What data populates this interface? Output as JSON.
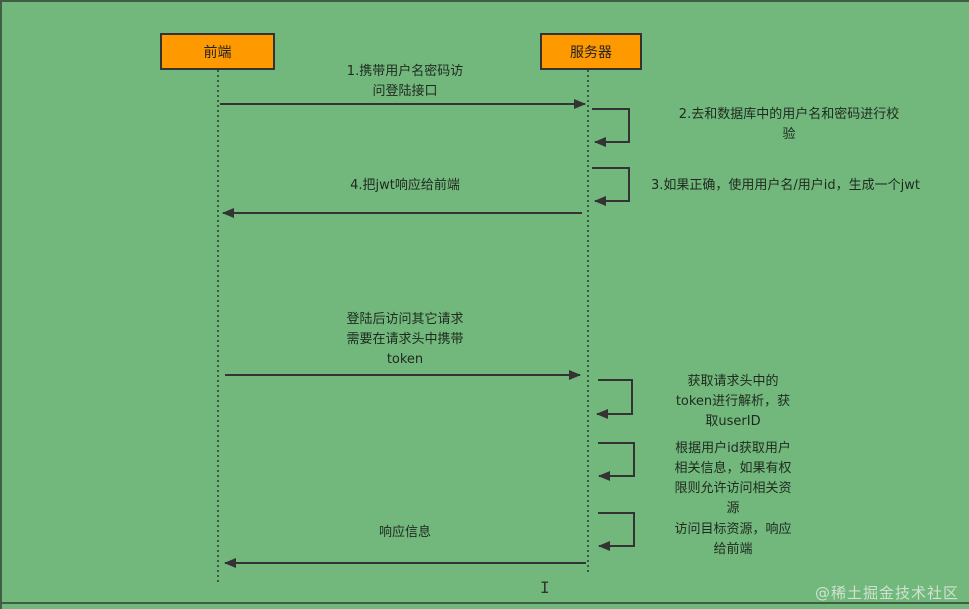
{
  "actors": {
    "frontend": "前端",
    "server": "服务器"
  },
  "messages": {
    "m1": "1.携带用户名密码访\n问登陆接口",
    "m2": "2.去和数据库中的用户名和密码进行校\n验",
    "m3": "3.如果正确，使用用户名/用户id，生成一个jwt",
    "m4": "4.把jwt响应给前端",
    "m5": "登陆后访问其它请求\n需要在请求头中携带\ntoken",
    "m6": "获取请求头中的\ntoken进行解析，获\n取userID",
    "m7": "根据用户id获取用户\n相关信息，如果有权\n限则允许访问相关资\n源",
    "m8": "访问目标资源，响应\n给前端",
    "m9": "响应信息"
  },
  "watermark": "@稀土掘金技术社区",
  "cursor_glyph": "I",
  "colors": {
    "background": "#72b77c",
    "actor_fill": "#ff9900",
    "line": "#333333"
  }
}
